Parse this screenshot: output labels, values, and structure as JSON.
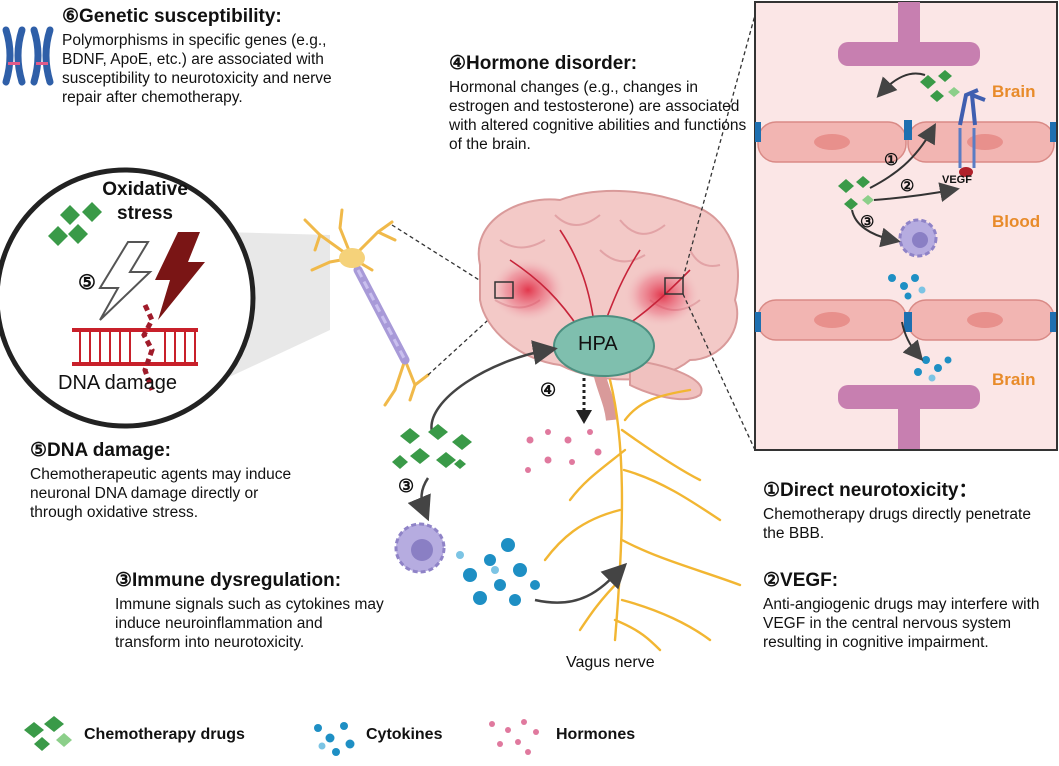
{
  "genetic": {
    "title": "⑥Genetic susceptibility:",
    "body": "Polymorphisms in specific genes (e.g., BDNF, ApoE, etc.) are associated with susceptibility to neurotoxicity and nerve repair after chemotherapy."
  },
  "hormone": {
    "title": "④Hormone disorder:",
    "body": "Hormonal changes (e.g., changes in estrogen and testosterone) are associated with altered cognitive abilities and functions of the brain."
  },
  "dna": {
    "title": "⑤DNA damage:",
    "body": "Chemotherapeutic agents may induce neuronal DNA damage directly or through oxidative stress."
  },
  "immune": {
    "title": "③Immune dysregulation:",
    "body": "Immune signals such as cytokines may induce neuroinflammation and transform into neurotoxicity."
  },
  "direct": {
    "title": "①Direct neurotoxicity：",
    "body": "Chemotherapy drugs directly penetrate the BBB."
  },
  "vegf": {
    "title": "②VEGF:",
    "body": "Anti-angiogenic drugs may interfere with VEGF in the central nervous system resulting in cognitive impairment."
  },
  "circle": {
    "oxidative": "Oxidative stress",
    "marker": "⑤",
    "dna_label": "DNA damage"
  },
  "brain": {
    "hpa": "HPA",
    "marker4": "④",
    "vagus": "Vagus nerve",
    "marker3": "③"
  },
  "panel": {
    "brain_top": "Brain",
    "blood": "Blood",
    "brain_bottom": "Brain",
    "vegf": "VEGF",
    "m1": "①",
    "m2": "②",
    "m3": "③"
  },
  "legend": {
    "chemo": "Chemotherapy drugs",
    "cytokines": "Cytokines",
    "hormones": "Hormones"
  },
  "colors": {
    "chemo_green": "#3a9a48",
    "cytokine_blue": "#1e8fc4",
    "hormone_pink": "#e0799e",
    "panel_orange": "#e88b2a",
    "hpa_fill": "#7fbfae",
    "nerve_yellow": "#f2b632"
  }
}
